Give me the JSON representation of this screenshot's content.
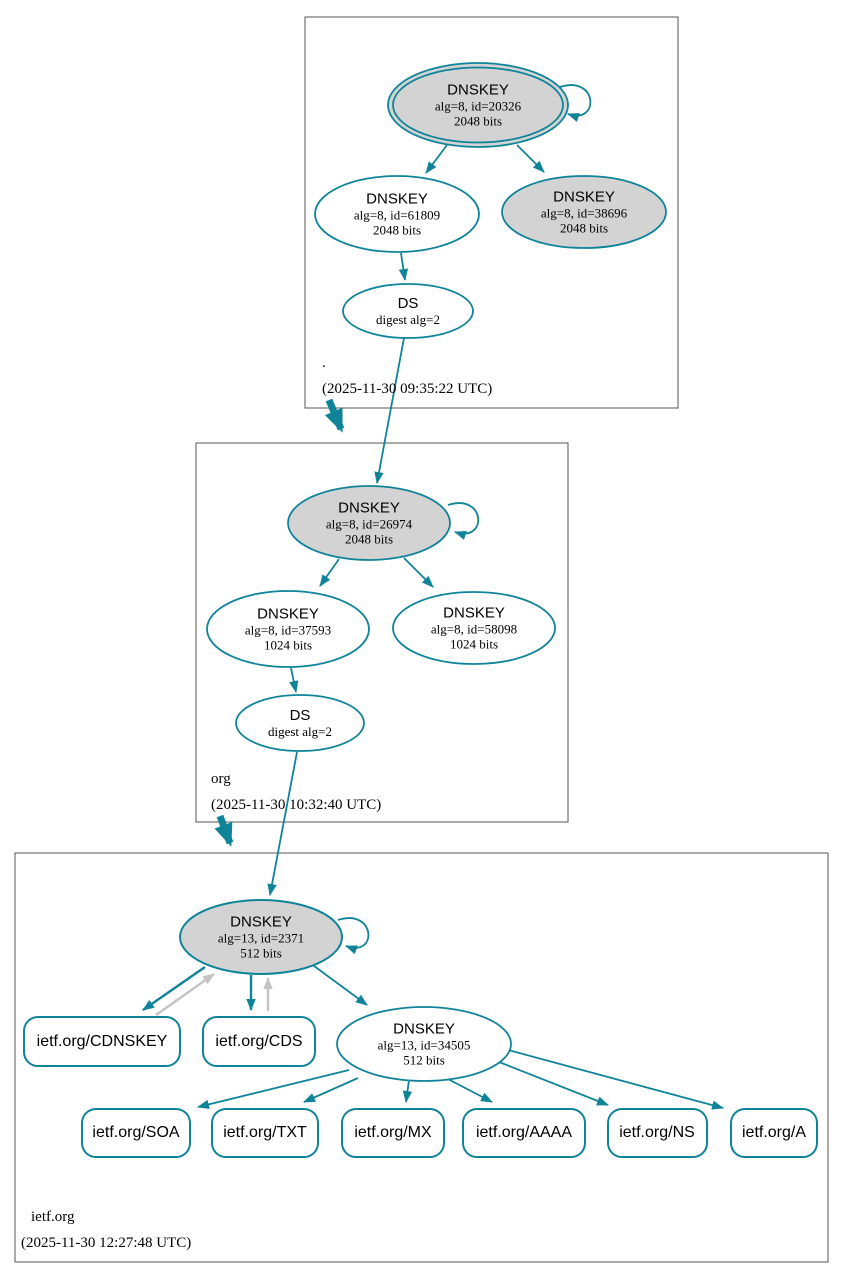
{
  "colors": {
    "edge_secure_teal": "#0f8499",
    "special_key_fill": "#d3d3d3",
    "edge_gray": "#c4c4c4",
    "cluster_border": "#555555",
    "node_fill": "#ffffff"
  },
  "zones": [
    {
      "label": ".",
      "timestamp": "(2025-11-30 09:35:22 UTC)",
      "nodes": {
        "ksk": {
          "title": "DNSKEY",
          "detail1": "alg=8, id=20326",
          "detail2": "2048 bits"
        },
        "zsk": {
          "title": "DNSKEY",
          "detail1": "alg=8, id=61809",
          "detail2": "2048 bits"
        },
        "key2": {
          "title": "DNSKEY",
          "detail1": "alg=8, id=38696",
          "detail2": "2048 bits"
        },
        "ds": {
          "title": "DS",
          "detail1": "digest alg=2"
        }
      }
    },
    {
      "label": "org",
      "timestamp": "(2025-11-30 10:32:40 UTC)",
      "nodes": {
        "ksk": {
          "title": "DNSKEY",
          "detail1": "alg=8, id=26974",
          "detail2": "2048 bits"
        },
        "zsk": {
          "title": "DNSKEY",
          "detail1": "alg=8, id=37593",
          "detail2": "1024 bits"
        },
        "key2": {
          "title": "DNSKEY",
          "detail1": "alg=8, id=58098",
          "detail2": "1024 bits"
        },
        "ds": {
          "title": "DS",
          "detail1": "digest alg=2"
        }
      }
    },
    {
      "label": "ietf.org",
      "timestamp": "(2025-11-30 12:27:48 UTC)",
      "nodes": {
        "ksk": {
          "title": "DNSKEY",
          "detail1": "alg=13, id=2371",
          "detail2": "512 bits"
        },
        "zsk": {
          "title": "DNSKEY",
          "detail1": "alg=13, id=34505",
          "detail2": "512 bits"
        },
        "cdnskey": {
          "label": "ietf.org/CDNSKEY"
        },
        "cds": {
          "label": "ietf.org/CDS"
        },
        "rrsets": [
          {
            "label": "ietf.org/SOA"
          },
          {
            "label": "ietf.org/TXT"
          },
          {
            "label": "ietf.org/MX"
          },
          {
            "label": "ietf.org/AAAA"
          },
          {
            "label": "ietf.org/NS"
          },
          {
            "label": "ietf.org/A"
          }
        ]
      }
    }
  ]
}
